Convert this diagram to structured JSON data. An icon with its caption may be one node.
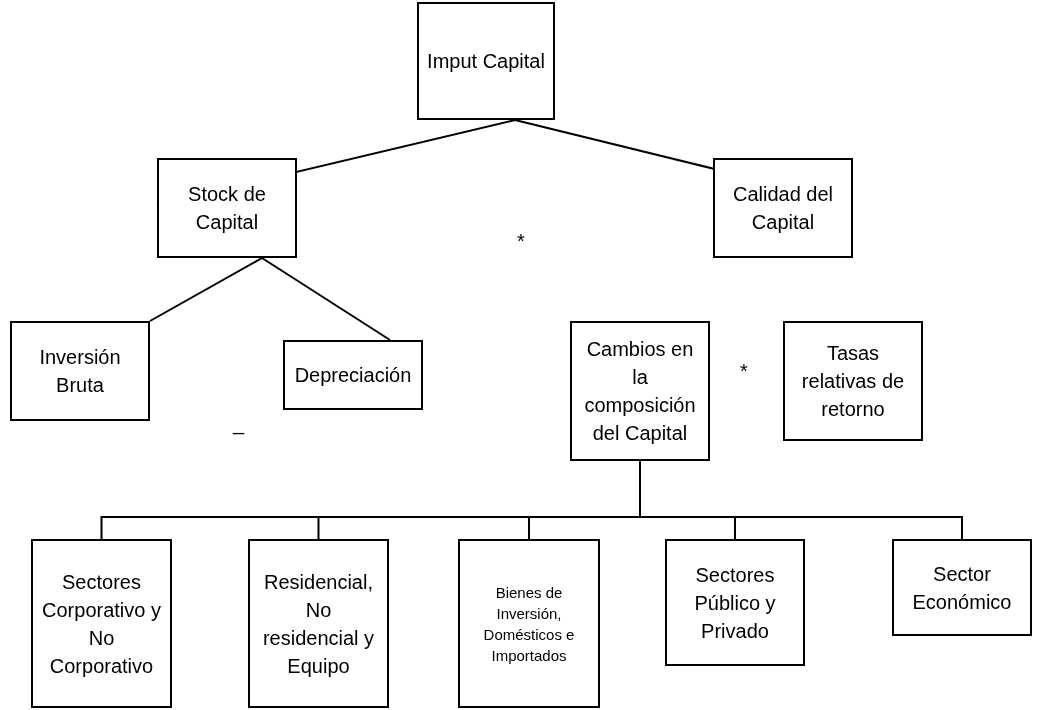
{
  "diagram": {
    "nodes": [
      {
        "text": [
          "Imput Capital"
        ]
      },
      {
        "text": [
          "Stock de Capital"
        ]
      },
      {
        "text": [
          "Calidad del Capital"
        ]
      },
      {
        "text": [
          "Inversión Bruta"
        ]
      },
      {
        "text": [
          "Depreciación"
        ]
      },
      {
        "text": [
          "Cambios en la composición del Capital"
        ]
      },
      {
        "text": [
          "Tasas relativas de retorno"
        ]
      },
      {
        "text": [
          "Sectores Corporativo y No Corporativo"
        ]
      },
      {
        "text": [
          "Residencial, No residencial y Equipo"
        ]
      },
      {
        "text": [
          "Bienes de Inversión, Domésticos e Importados"
        ]
      },
      {
        "text": [
          "Sectores Público y Privado"
        ]
      },
      {
        "text": [
          "Sector Económico"
        ]
      }
    ],
    "edges": [
      {
        "from": 0,
        "to": 1,
        "arrow": "none"
      },
      {
        "from": 0,
        "to": 2,
        "arrow": "none"
      },
      {
        "from": 1,
        "to": 3,
        "arrow": "none"
      },
      {
        "from": 1,
        "to": 4,
        "arrow": "none"
      },
      {
        "from": 5,
        "to": 7,
        "arrow": "none"
      },
      {
        "from": 5,
        "to": 8,
        "arrow": "none"
      },
      {
        "from": 5,
        "to": 9,
        "arrow": "none"
      },
      {
        "from": 5,
        "to": 10,
        "arrow": "none"
      },
      {
        "from": 5,
        "to": 11,
        "arrow": "none"
      }
    ],
    "labels": [
      "*",
      "_",
      "*"
    ]
  }
}
